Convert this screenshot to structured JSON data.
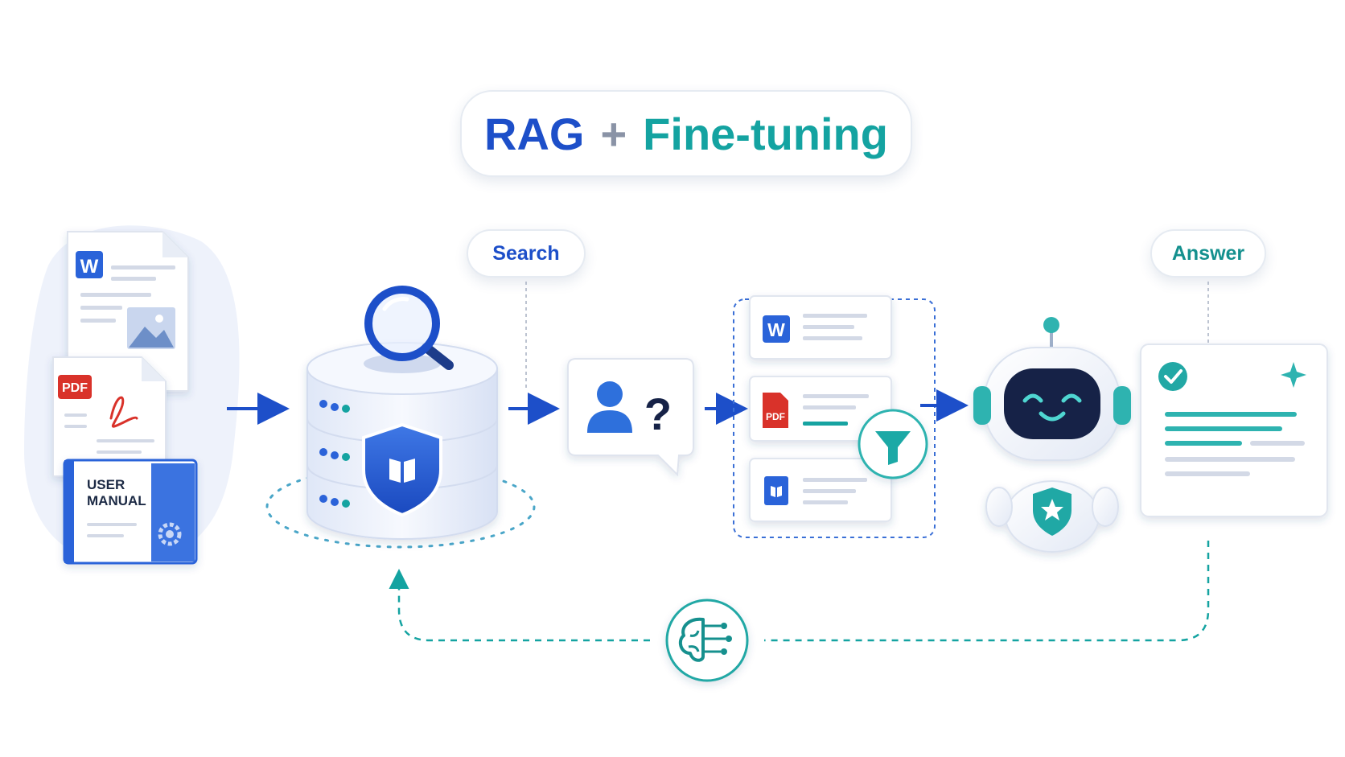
{
  "title": {
    "part1": "RAG",
    "plus": "+",
    "part2": "Fine-tuning"
  },
  "labels": {
    "search": "Search",
    "answer": "Answer"
  },
  "documents": {
    "word_badge": "W",
    "pdf_badge": "PDF",
    "manual_line1": "USER",
    "manual_line2": "MANUAL"
  },
  "retrieved": {
    "word_badge": "W",
    "pdf_badge": "PDF"
  },
  "query": {
    "question_mark": "?"
  },
  "colors": {
    "blue": "#1d4fc9",
    "teal": "#14a3a1",
    "gray": "#8a93a6",
    "robot_face": "#142447"
  },
  "icons": [
    "word-icon",
    "pdf-icon",
    "user-manual-icon",
    "database-icon",
    "magnifier-icon",
    "shield-book-icon",
    "user-question-icon",
    "funnel-icon",
    "robot-icon",
    "check-icon",
    "sparkle-icon",
    "brain-circuit-icon"
  ]
}
